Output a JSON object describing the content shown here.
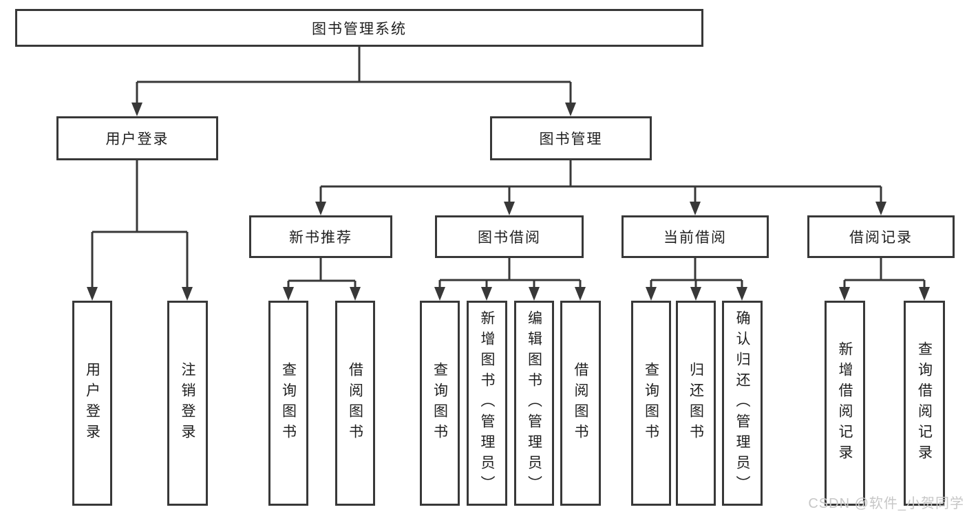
{
  "tree": {
    "root": {
      "label": "图书管理系统"
    },
    "user_login": {
      "label": "用户登录",
      "children": [
        {
          "label": "用户登录"
        },
        {
          "label": "注销登录"
        }
      ]
    },
    "book_mgmt": {
      "label": "图书管理",
      "modules": [
        {
          "label": "新书推荐",
          "children": [
            {
              "label": "查询图书"
            },
            {
              "label": "借阅图书"
            }
          ]
        },
        {
          "label": "图书借阅",
          "children": [
            {
              "label": "查询图书"
            },
            {
              "label": "新增图书（管理员）"
            },
            {
              "label": "编辑图书（管理员）"
            },
            {
              "label": "借阅图书"
            }
          ]
        },
        {
          "label": "当前借阅",
          "children": [
            {
              "label": "查询图书"
            },
            {
              "label": "归还图书"
            },
            {
              "label": "确认归还（管理员）"
            }
          ]
        },
        {
          "label": "借阅记录",
          "children": [
            {
              "label": "新增借阅记录"
            },
            {
              "label": "查询借阅记录"
            }
          ]
        }
      ]
    }
  },
  "watermark": "CSDN @软件_小贺同学",
  "colors": {
    "line": "#383838",
    "text": "#1f1f1f",
    "background": "#ffffff",
    "watermark": "#c7c7c7"
  }
}
